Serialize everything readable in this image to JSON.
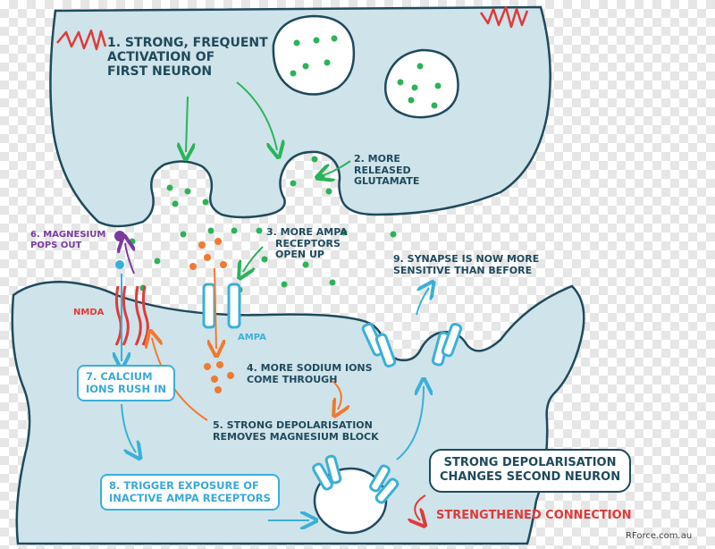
{
  "labels": {
    "step1": [
      "1. Strong, frequent",
      "activation of",
      "first neuron"
    ],
    "step2": [
      "2. More",
      "released",
      "glutamate"
    ],
    "step3": [
      "3. More AMPA",
      "receptors",
      "open up"
    ],
    "step4": [
      "4. More sodium ions",
      "come through"
    ],
    "step5": [
      "5. Strong depolarisation",
      "removes magnesium block"
    ],
    "step6": [
      "6. Magnesium",
      "pops out"
    ],
    "step7": [
      "7. Calcium",
      "ions rush in"
    ],
    "step8": [
      "8. Trigger exposure of",
      "inactive AMPA receptors"
    ],
    "step9": [
      "9. Synapse is now more",
      "sensitive than before"
    ],
    "nmda": "NMDA",
    "ampa": "AMPA",
    "result": [
      "Strong depolarisation",
      "changes second neuron"
    ],
    "strengthened": "Strengthened connection",
    "watermark": "RForce.com.au"
  },
  "colors": {
    "neuron_fill": "#cfe3ea",
    "neuron_stroke": "#1f4a5c",
    "glutamate": "#2bb35a",
    "sodium": "#f07a30",
    "calcium": "#3ab0d8",
    "magnesium": "#7a3aa0",
    "nmda": "#e03a3a",
    "text_navy": "#1f4a5c",
    "strengthened_red": "#e03a3a"
  },
  "icons": {
    "zigzag": "action-potential-zigzag-icon",
    "vesicle": "vesicle-icon",
    "receptor": "receptor-channel-icon"
  }
}
